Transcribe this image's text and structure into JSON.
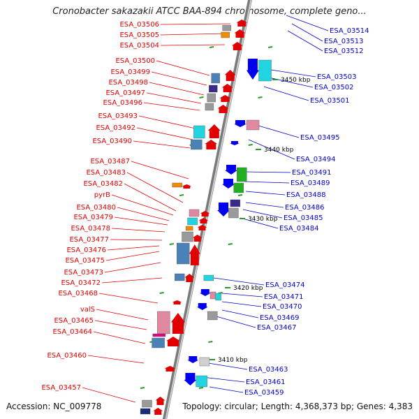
{
  "title": "Cronobacter sakazakii ATCC BAA-894 chromosome, complete geno...",
  "footer": {
    "accession": "Accession: NC_009778",
    "summary": "Topology: circular; Length: 4,368,373 bp; Genes: 4,383"
  },
  "colors": {
    "left_label": "#e00000",
    "right_label": "#0000cc",
    "backbone": "#9a9a9a"
  },
  "map": {
    "kbp_min": 3405,
    "kbp_max": 3460,
    "left_labels": [
      "ESA_03506",
      "ESA_03505",
      "ESA_03504",
      "ESA_03500",
      "ESA_03499",
      "ESA_03498",
      "ESA_03497",
      "ESA_03496",
      "ESA_03493",
      "ESA_03492",
      "ESA_03490",
      "ESA_03487",
      "ESA_03483",
      "ESA_03482",
      "pyrB",
      "ESA_03480",
      "ESA_03479",
      "ESA_03478",
      "ESA_03477",
      "ESA_03476",
      "ESA_03475",
      "ESA_03473",
      "ESA_03472",
      "ESA_03468",
      "valS",
      "ESA_03465",
      "ESA_03464",
      "ESA_03460",
      "ESA_03457"
    ],
    "right_labels": [
      "ESA_03514",
      "ESA_03513",
      "ESA_03512",
      "ESA_03503",
      "ESA_03502",
      "ESA_03501",
      "ESA_03495",
      "ESA_03494",
      "ESA_03491",
      "ESA_03489",
      "ESA_03488",
      "ESA_03486",
      "ESA_03485",
      "ESA_03484",
      "ESA_03474",
      "ESA_03471",
      "ESA_03470",
      "ESA_03469",
      "ESA_03467",
      "ESA_03463",
      "ESA_03461",
      "ESA_03459"
    ],
    "scale_labels": [
      "3450 kbp",
      "3440 kbp",
      "3430 kbp",
      "3420 kbp",
      "3410 kbp"
    ]
  }
}
